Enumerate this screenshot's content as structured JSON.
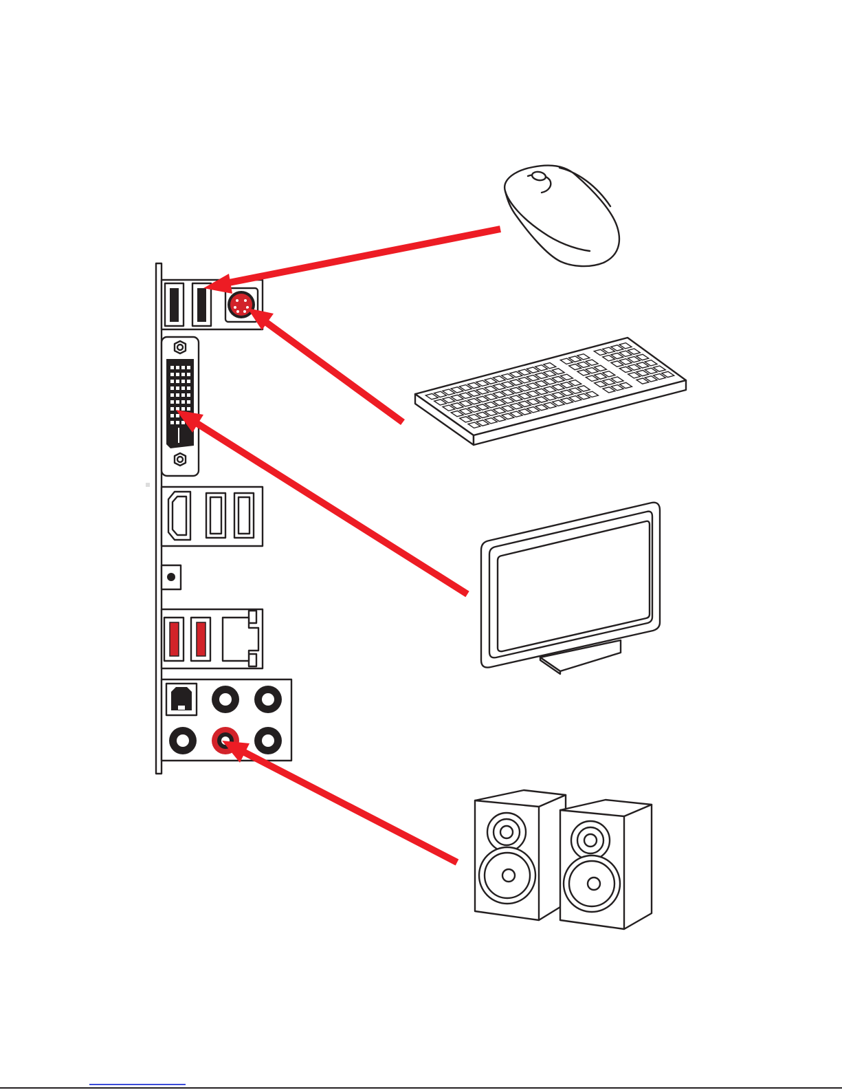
{
  "colors": {
    "arrow": "#ed1c24",
    "port_red": "#d2232a",
    "line": "#231f20",
    "background": "#ffffff"
  },
  "devices": [
    {
      "id": "mouse",
      "icon": "mouse-icon",
      "connects_to": "ps2-combo-port"
    },
    {
      "id": "keyboard",
      "icon": "keyboard-icon",
      "connects_to": "ps2-combo-port"
    },
    {
      "id": "monitor",
      "icon": "monitor-icon",
      "connects_to": "dvi-port"
    },
    {
      "id": "speakers",
      "icon": "speakers-icon",
      "connects_to": "audio-line-out-jack"
    }
  ],
  "io_panel": {
    "ports": [
      "usb2-port",
      "usb2-port",
      "ps2-combo-port",
      "dvi-port",
      "hdmi-port",
      "usb3-port",
      "usb3-port",
      "clear-cmos-button",
      "usb3-red-port",
      "usb3-red-port",
      "lan-port",
      "optical-spdif-port",
      "audio-jack",
      "audio-jack",
      "audio-jack",
      "audio-line-out-jack",
      "audio-jack"
    ]
  }
}
